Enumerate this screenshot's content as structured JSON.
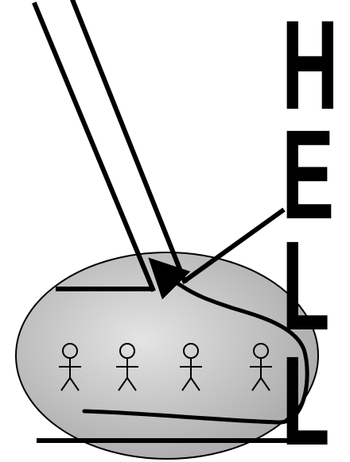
{
  "diagram": {
    "vertical_word_letters": [
      "H",
      "E",
      "L",
      "L"
    ],
    "figure_count": 4,
    "figure_icon": "stick-figure-icon",
    "colors": {
      "ellipse_fill_light": "#e4e4e4",
      "ellipse_fill_dark": "#a8a8a8",
      "stroke": "#000000",
      "background": "#ffffff"
    }
  }
}
